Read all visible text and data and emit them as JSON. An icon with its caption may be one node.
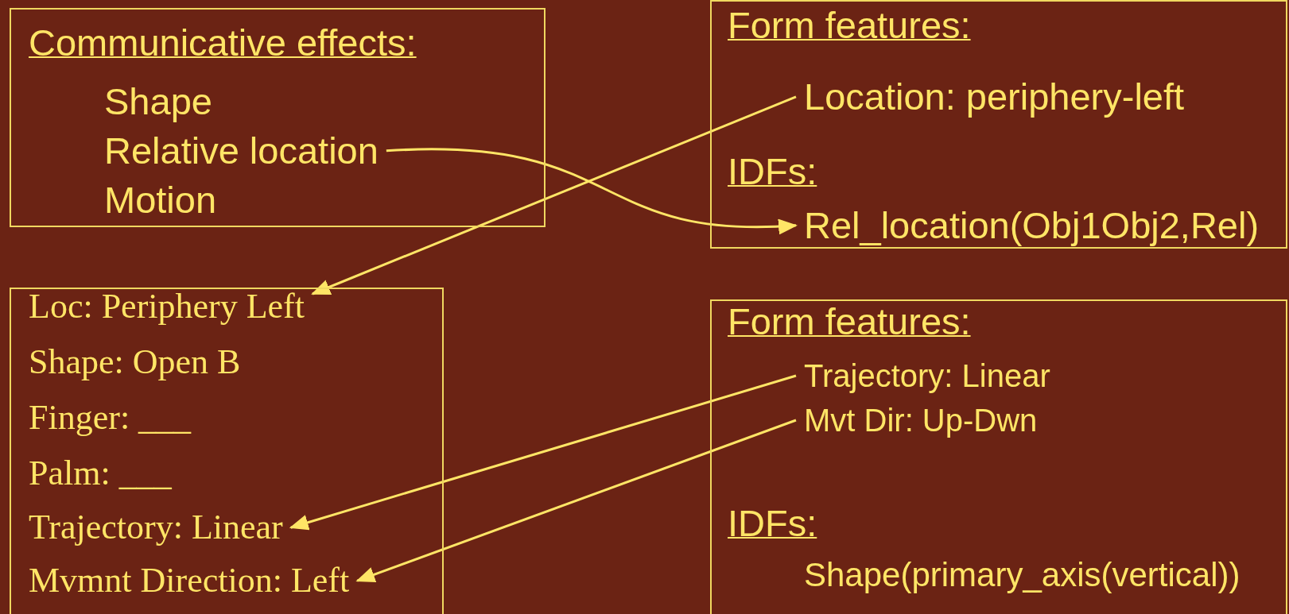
{
  "diagram": {
    "nodes": [
      {
        "text": [
          "Communicative effects:"
        ]
      },
      {
        "text": [
          "Shape"
        ],
        "in": 0
      },
      {
        "text": [
          "Relative location"
        ],
        "in": 0
      },
      {
        "text": [
          "Motion"
        ],
        "in": 0
      },
      {
        "text": [
          "Form features:",
          "IDFs:"
        ]
      },
      {
        "text": [
          "Location: periphery-left"
        ],
        "in": 4
      },
      {
        "text": [
          "Rel_location(Obj1Obj2,Rel)"
        ],
        "in": 4
      },
      {
        "text": [],
        "shape": "box"
      },
      {
        "text": [
          "Loc: Periphery Left"
        ],
        "in": 7
      },
      {
        "text": [
          "Shape: Open B"
        ],
        "in": 7
      },
      {
        "text": [
          "Finger: ___"
        ],
        "in": 7
      },
      {
        "text": [
          "Palm: ___"
        ],
        "in": 7
      },
      {
        "text": [
          "Trajectory: Linear"
        ],
        "in": 7
      },
      {
        "text": [
          "Mvmnt Direction: Left"
        ],
        "in": 7
      },
      {
        "text": [
          "Form features:",
          "IDFs:"
        ]
      },
      {
        "text": [
          "Trajectory: Linear"
        ],
        "in": 14
      },
      {
        "text": [
          "Mvt Dir: Up-Dwn"
        ],
        "in": 14
      },
      {
        "text": [
          "Shape(primary_axis(vertical))"
        ],
        "in": 14
      }
    ],
    "edges": [
      {
        "from": 2,
        "to": 6,
        "arrow": "to"
      },
      {
        "from": 5,
        "to": 8,
        "arrow": "to"
      },
      {
        "from": 15,
        "to": 12,
        "arrow": "to"
      },
      {
        "from": 16,
        "to": 13,
        "arrow": "to"
      }
    ]
  }
}
